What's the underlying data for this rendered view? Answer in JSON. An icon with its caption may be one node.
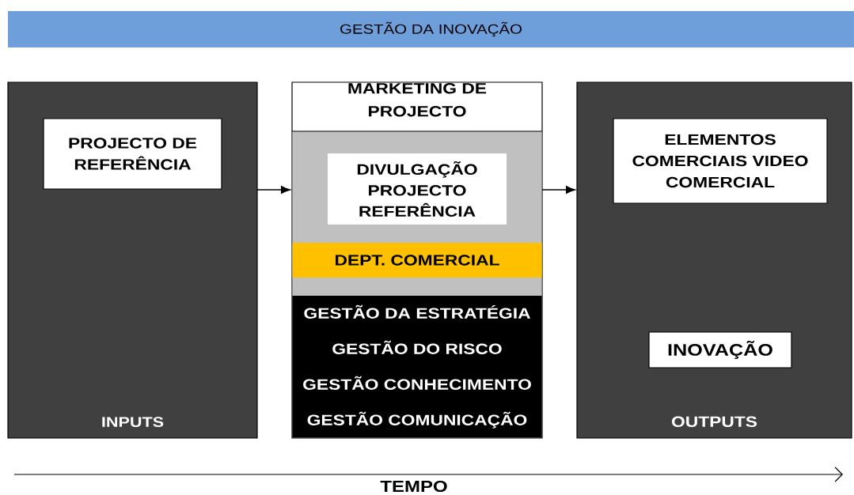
{
  "diagram": {
    "nodes": [
      {
        "text": [
          "GESTÃO DA INOVAÇÃO"
        ]
      },
      {
        "text": [
          "INPUTS"
        ]
      },
      {
        "text": [
          "PROJECTO DE REFERÊNCIA"
        ],
        "in": 1
      },
      {
        "text": [
          "MARKETING DE PROJECTO"
        ]
      },
      {
        "text": [
          "DIVULGAÇÃO PROJECTO REFERÊNCIA"
        ],
        "in": 3
      },
      {
        "text": [
          "DEPT. COMERCIAL"
        ],
        "in": 3
      },
      {
        "text": [
          "GESTÃO DA ESTRATÉGIA",
          "GESTÃO DO RISCO",
          "GESTÃO CONHECIMENTO",
          "GESTÃO COMUNICAÇÃO"
        ],
        "in": 3
      },
      {
        "text": [
          "OUTPUTS"
        ]
      },
      {
        "text": [
          "ELEMENTOS COMERCIAIS VIDEO COMERCIAL"
        ],
        "in": 7
      },
      {
        "text": [
          "INOVAÇÃO"
        ],
        "in": 7
      }
    ],
    "edges": [
      {
        "from": 1,
        "to": 3,
        "arrow": "to"
      },
      {
        "from": 3,
        "to": 7,
        "arrow": "to"
      }
    ],
    "labels": [
      "TEMPO"
    ]
  }
}
